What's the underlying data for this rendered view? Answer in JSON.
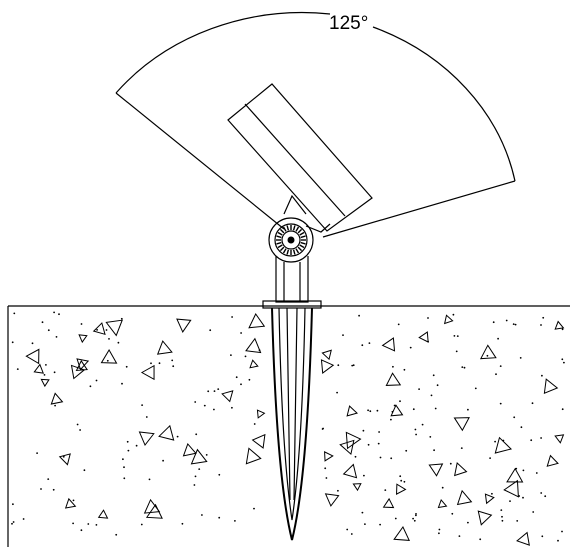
{
  "diagram": {
    "angle_label": "125°",
    "colors": {
      "line": "#000000",
      "background": "#ffffff"
    },
    "parts": [
      "beam-angle-arc",
      "floodlight-head",
      "swivel-knuckle",
      "mounting-stem",
      "ground-flange",
      "ground-spike",
      "soil"
    ]
  }
}
